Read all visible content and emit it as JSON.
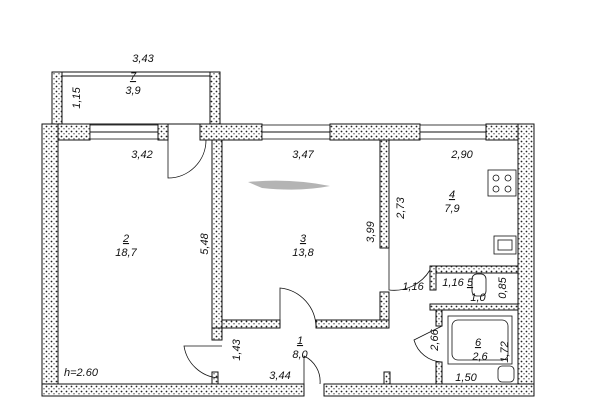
{
  "rooms": [
    {
      "number": "7",
      "area": "3,9"
    },
    {
      "number": "2",
      "area": "18,7"
    },
    {
      "number": "3",
      "area": "13,8"
    },
    {
      "number": "4",
      "area": "7,9"
    },
    {
      "number": "5",
      "area": "1,0"
    },
    {
      "number": "6",
      "area": "2,6"
    },
    {
      "number": "1",
      "area": "8,0"
    }
  ],
  "dimensions": {
    "balcony_width": "3,43",
    "balcony_depth": "1,15",
    "room2_width": "3,42",
    "room3_width": "3,47",
    "kitchen_width": "2,90",
    "room3_depth": "5,48",
    "room3_height": "3,99",
    "kitchen_depth": "2,73",
    "wc_width_left": "1,16",
    "wc_width_top": "1,16",
    "wc_depth": "0,85",
    "bath_depth": "2,66",
    "bath_width": "1,72",
    "hall_depth": "1,43",
    "hall_width": "3,44",
    "bath_bottom": "1,50"
  },
  "ceiling_height": "h=2.60",
  "colors": {
    "ink": "#111111",
    "paper": "#ffffff"
  }
}
